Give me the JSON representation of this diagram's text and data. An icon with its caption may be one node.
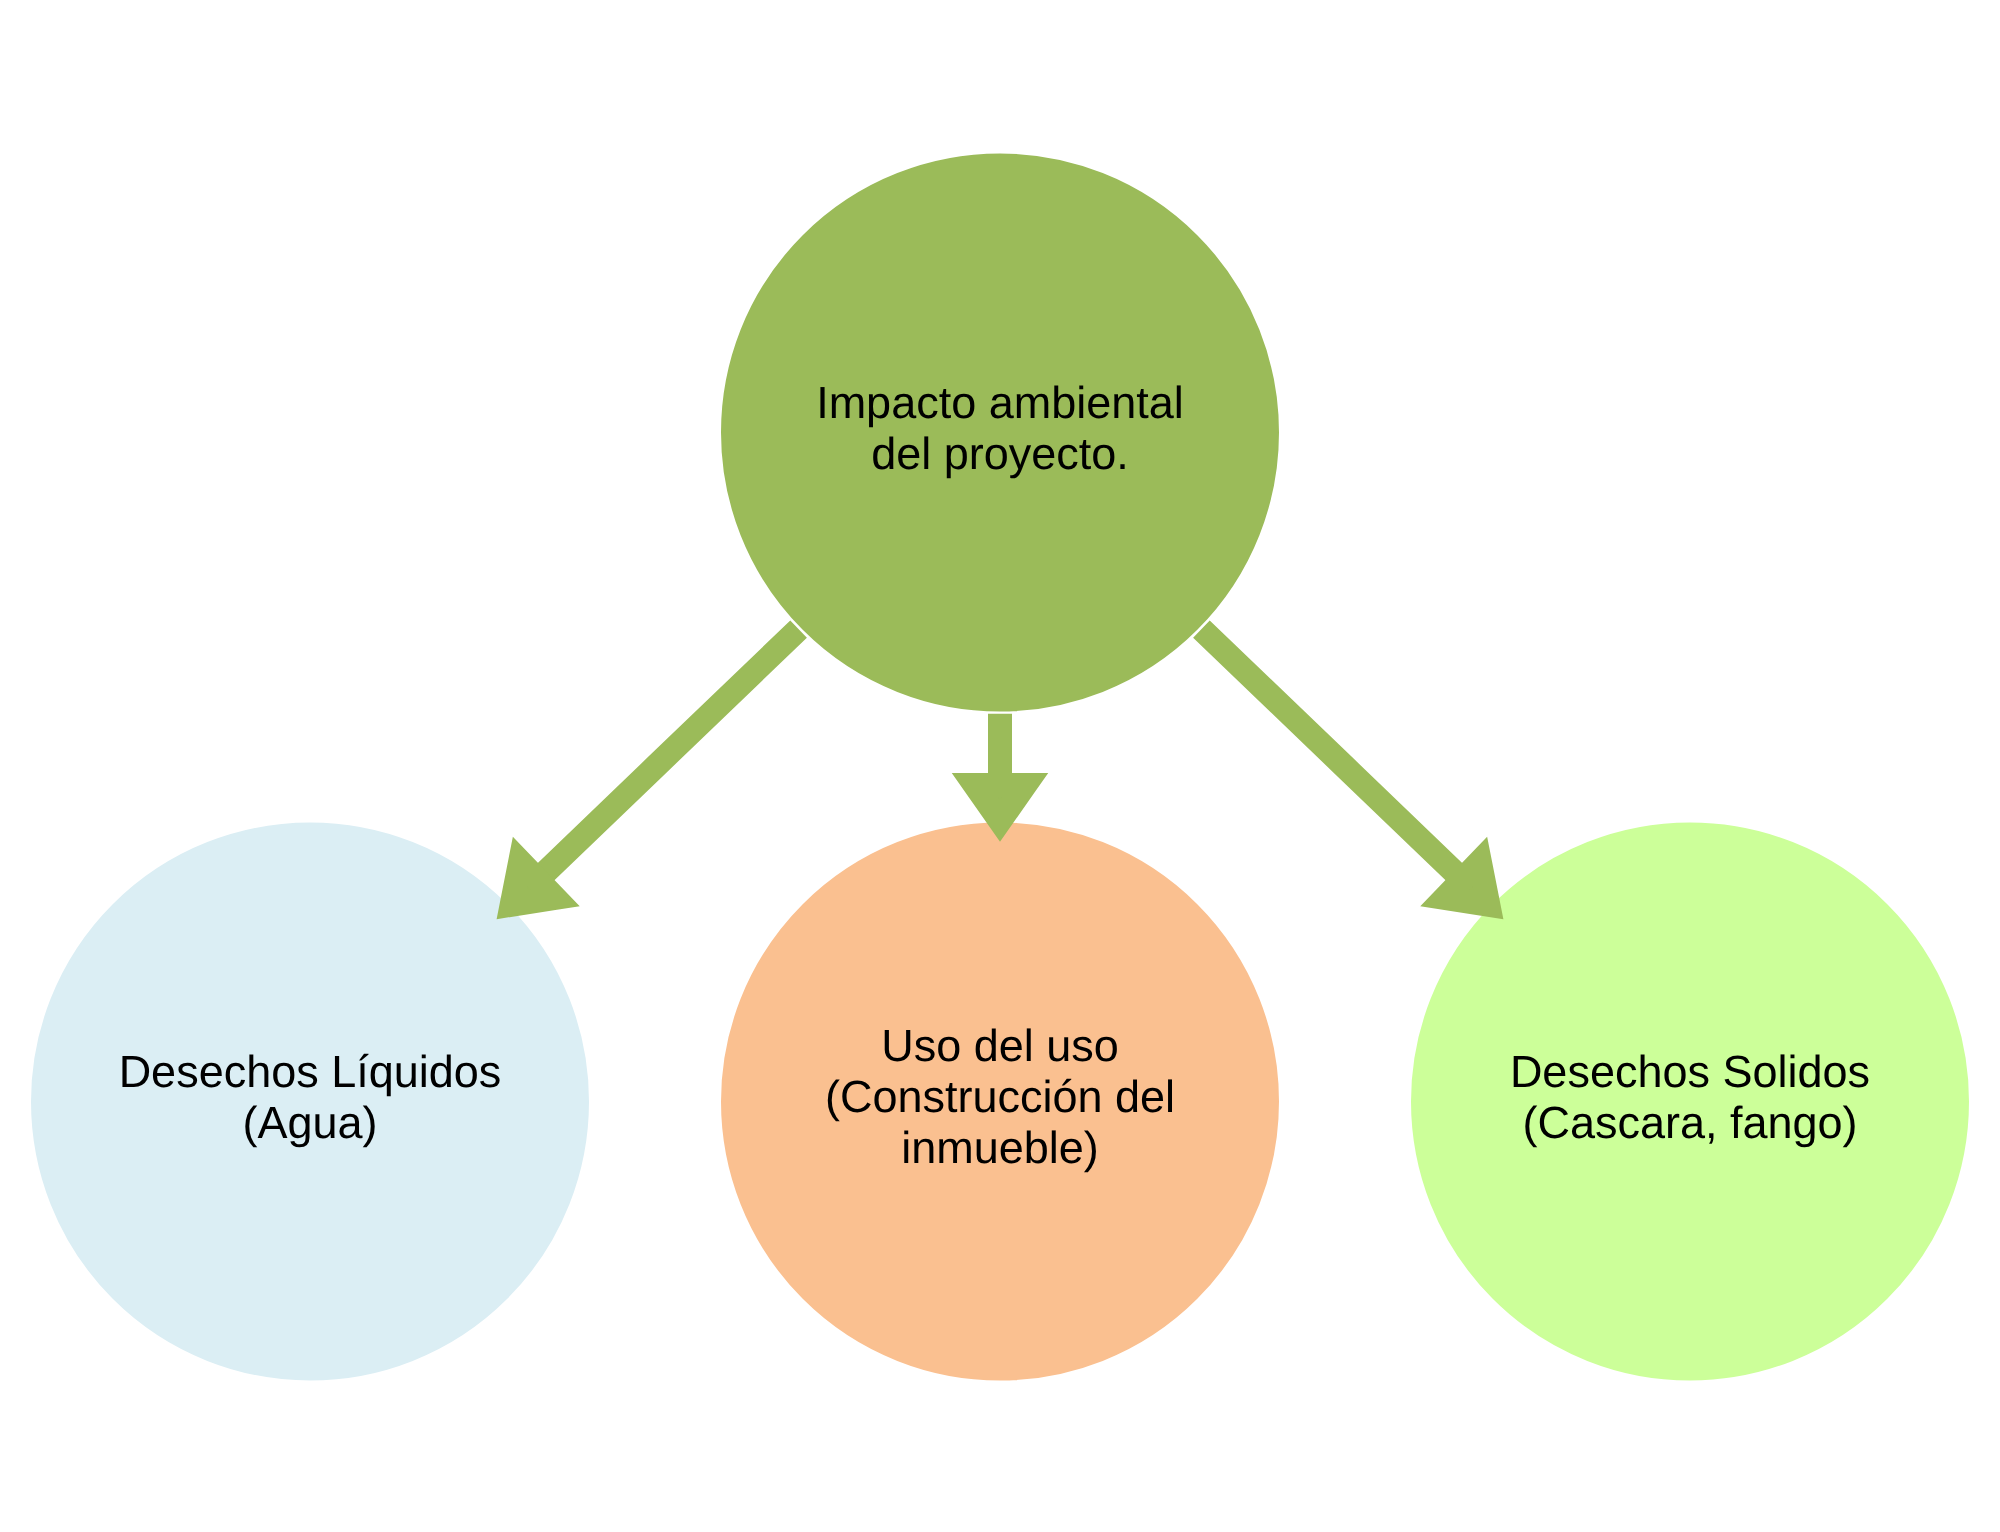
{
  "diagram": {
    "nodes": [
      {
        "text": [
          "Impacto ambiental del proyecto."
        ]
      },
      {
        "text": [
          "Desechos Líquidos (Agua)"
        ]
      },
      {
        "text": [
          "Uso del uso (Construcción del inmueble)"
        ]
      },
      {
        "text": [
          "Desechos Solidos (Cascara, fango)"
        ]
      }
    ],
    "edges": [
      {
        "from": 0,
        "to": 1,
        "arrow": "to"
      },
      {
        "from": 0,
        "to": 2,
        "arrow": "to"
      },
      {
        "from": 0,
        "to": 3,
        "arrow": "to"
      }
    ]
  }
}
